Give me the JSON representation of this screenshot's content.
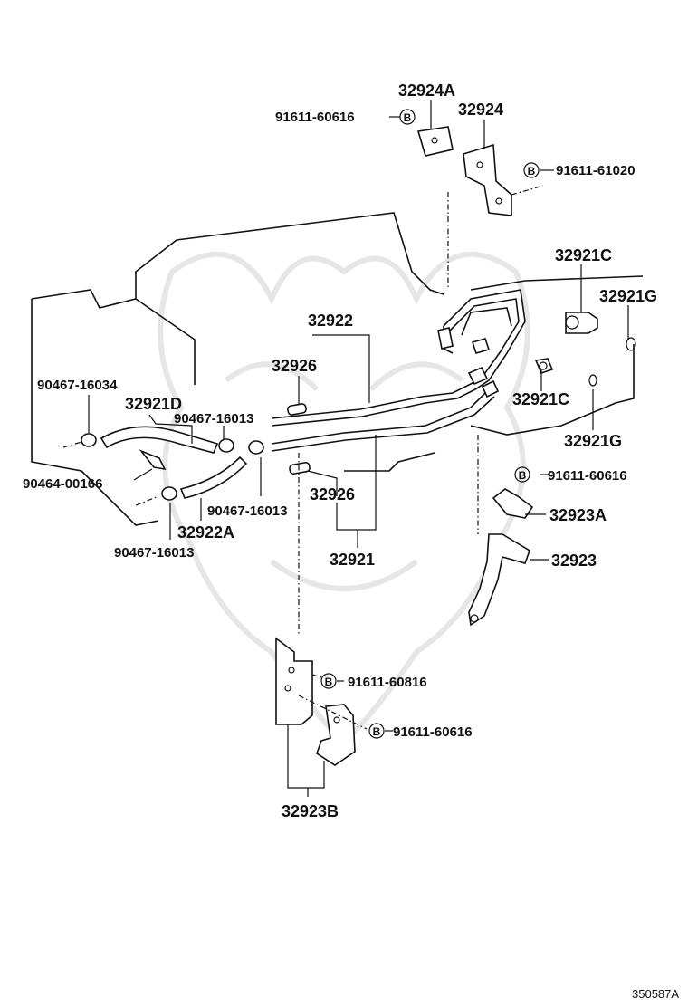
{
  "labels": {
    "p32924A": "32924A",
    "p91611_60616_top": "91611-60616",
    "p32924": "32924",
    "p91611_61020": "91611-61020",
    "p32921C_top": "32921C",
    "p32921G_top": "32921G",
    "p32922": "32922",
    "p32926_top": "32926",
    "p90467_16034": "90467-16034",
    "p32921D": "32921D",
    "p90467_16013_a": "90467-16013",
    "p90464_00166": "90464-00166",
    "p32921C_mid": "32921C",
    "p32921G_mid": "32921G",
    "p91611_60616_mid": "91611-60616",
    "p32926_mid": "32926",
    "p90467_16013_b": "90467-16013",
    "p32922A": "32922A",
    "p32923A": "32923A",
    "p90467_16013_c": "90467-16013",
    "p32921": "32921",
    "p32923": "32923",
    "p91611_60816": "91611-60816",
    "p91611_60616_low": "91611-60616",
    "p32923B": "32923B",
    "bolt_marker": "B"
  },
  "diagram_id": "350587A",
  "icons": [
    "bolt-marker-icon",
    "hose-clamp-icon",
    "bracket-icon",
    "pipe-icon",
    "engine-outline-icon"
  ]
}
